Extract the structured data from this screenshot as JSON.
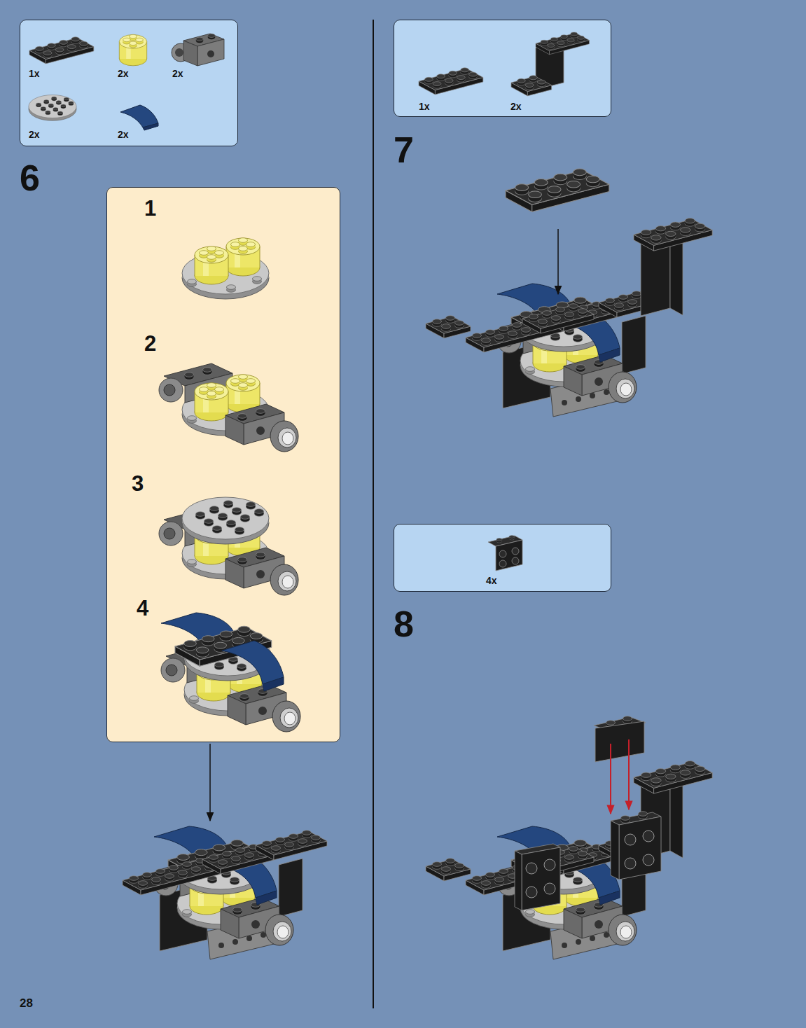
{
  "diagram": {
    "nodes": [
      {
        "text": [
          "1x",
          "2x",
          "2x",
          "2x",
          "2x"
        ]
      },
      {
        "text": [
          "1",
          "2",
          "3",
          "4"
        ]
      },
      {
        "text": [
          "1x",
          "2x"
        ]
      },
      {
        "text": [
          "4x"
        ]
      }
    ],
    "labels": [
      "6",
      "7",
      "8",
      "28"
    ]
  }
}
